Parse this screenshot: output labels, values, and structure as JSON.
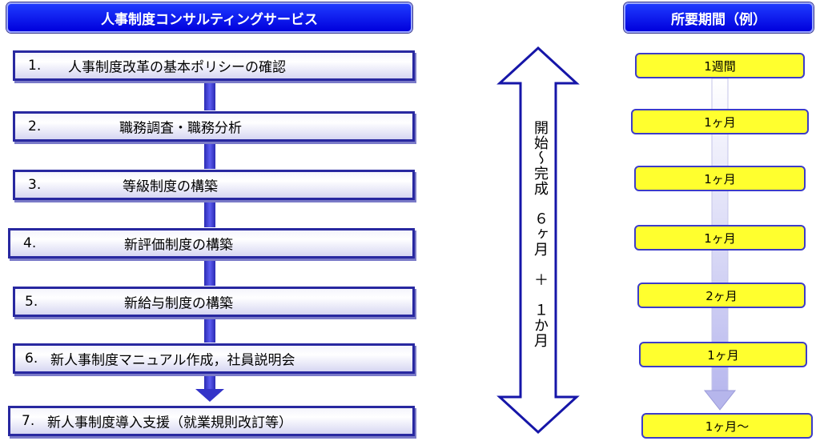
{
  "left_header": "人事制度コンサルティングサービス",
  "right_header": "所要期間（例）",
  "steps": [
    {
      "num": "1.",
      "text": "人事制度改革の基本ポリシーの確認"
    },
    {
      "num": "2.",
      "text": "職務調査・職務分析"
    },
    {
      "num": "3.",
      "text": "等級制度の構築"
    },
    {
      "num": "4.",
      "text": "新評価制度の構築"
    },
    {
      "num": "5.",
      "text": "新給与制度の構築"
    },
    {
      "num": "6.",
      "text": "新人事制度マニュアル作成，社員説明会"
    },
    {
      "num": "7.",
      "text": "新人事制度導入支援（就業規則改訂等）"
    }
  ],
  "durations": [
    "1週間",
    "1ヶ月",
    "1ヶ月",
    "1ヶ月",
    "2ヶ月",
    "1ヶ月",
    "1ヶ月～"
  ],
  "total_label": "開始～完成　６ヶ月　＋　１か月",
  "colors": {
    "header_blue": "#0000dc",
    "step_border": "#2828a0",
    "pill_yellow": "#ffff2e",
    "connector": "#3434c8"
  }
}
